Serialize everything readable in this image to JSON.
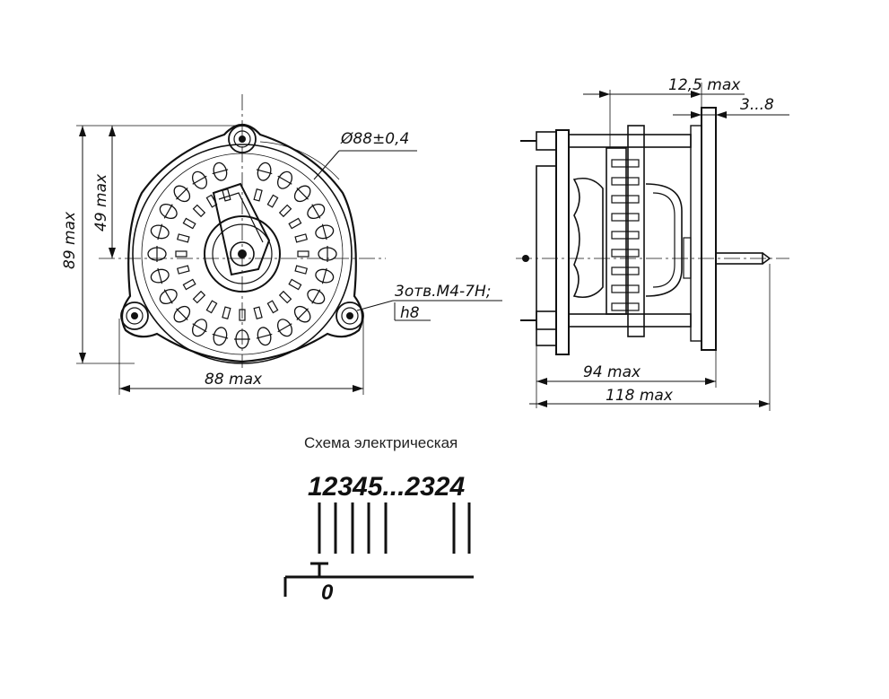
{
  "front_view": {
    "height_dim": "89 max",
    "upper_height_dim": "49 max",
    "diameter_dim": "Ø88±0,4",
    "holes_note": "3отв.М4-7Н;",
    "holes_tolerance": "h8",
    "width_dim": "88 max"
  },
  "side_view": {
    "top_dim": "12,5 max",
    "shaft_dim": "3...8",
    "depth_inner_dim": "94 max",
    "depth_total_dim": "118 max"
  },
  "schematic": {
    "title": "Схема электрическая",
    "contacts_label": "12345...2324",
    "common_label": "0"
  }
}
